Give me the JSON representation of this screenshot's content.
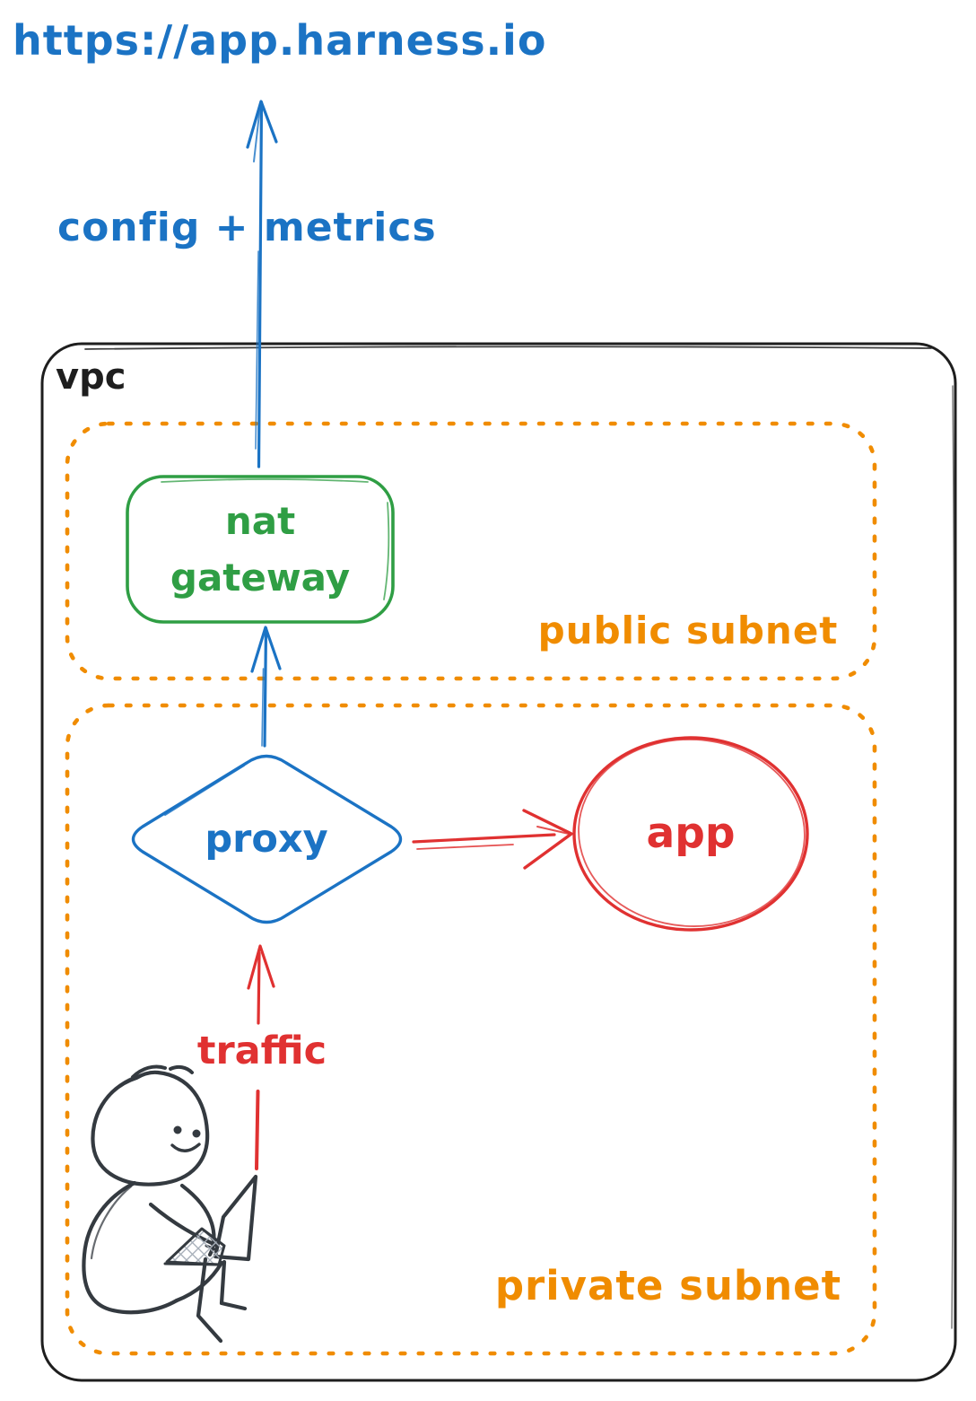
{
  "colors": {
    "blue": "#1b73c4",
    "green": "#2f9e44",
    "orange": "#f08c00",
    "red": "#e03131",
    "ink": "#1e1e1e",
    "sketch": "#343a40"
  },
  "external": {
    "url": "https://app.harness.io",
    "arrow_label": "config + metrics"
  },
  "vpc": {
    "label": "vpc",
    "public_subnet": {
      "label": "public subnet",
      "nat_gateway_line1": "nat",
      "nat_gateway_line2": "gateway"
    },
    "private_subnet": {
      "label": "private subnet",
      "proxy_label": "proxy",
      "app_label": "app",
      "traffic_label": "traffic"
    }
  }
}
